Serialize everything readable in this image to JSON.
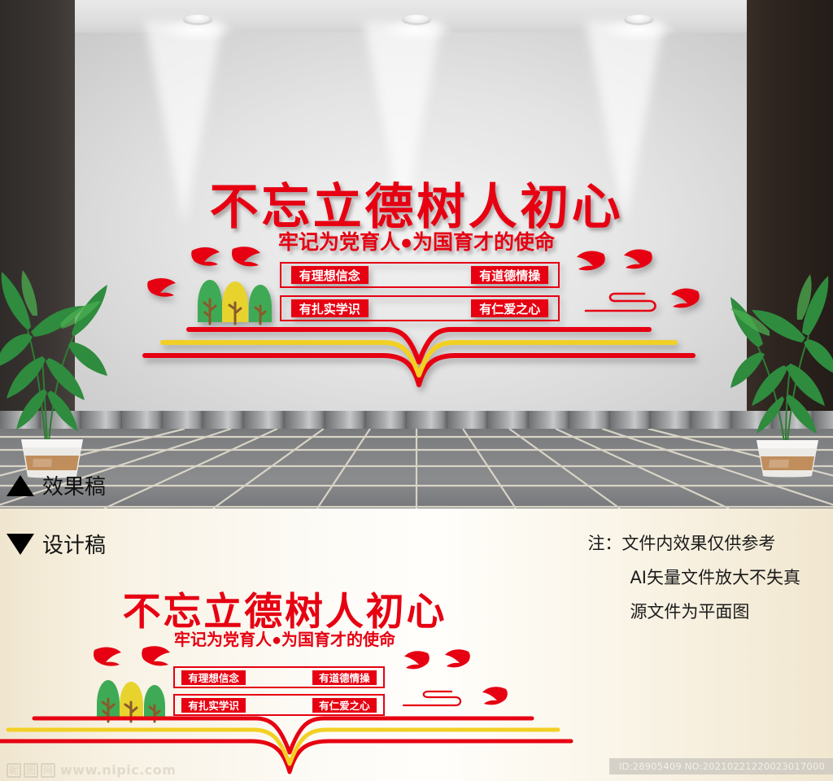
{
  "artwork": {
    "title": "不忘立德树人初心",
    "subtitle": "牢记为党育人●为国育才的使命",
    "slogans": [
      "有理想信念",
      "有道德情操",
      "有扎实学识",
      "有仁爱之心"
    ],
    "colors": {
      "red": "#e60012",
      "yellow": "#f2d024",
      "tree_green": "#3faa55",
      "tree_yellow": "#e8d32e",
      "trunk_brown": "#8a5a2b"
    }
  },
  "labels": {
    "render": "效果稿",
    "design": "设计稿"
  },
  "notes": {
    "line1": "注：文件内效果仅供参考",
    "line2": "AI矢量文件放大不失真",
    "line3": "源文件为平面图"
  },
  "watermark": {
    "logo_chars": [
      "昵",
      "图",
      "网"
    ],
    "site": "www.nipic.com",
    "id_stamp": "ID:28905409 NO:20210221220023017000"
  },
  "scene": {
    "lamp_count": 3,
    "plant_left": "potted-palm",
    "plant_right": "potted-palm"
  }
}
